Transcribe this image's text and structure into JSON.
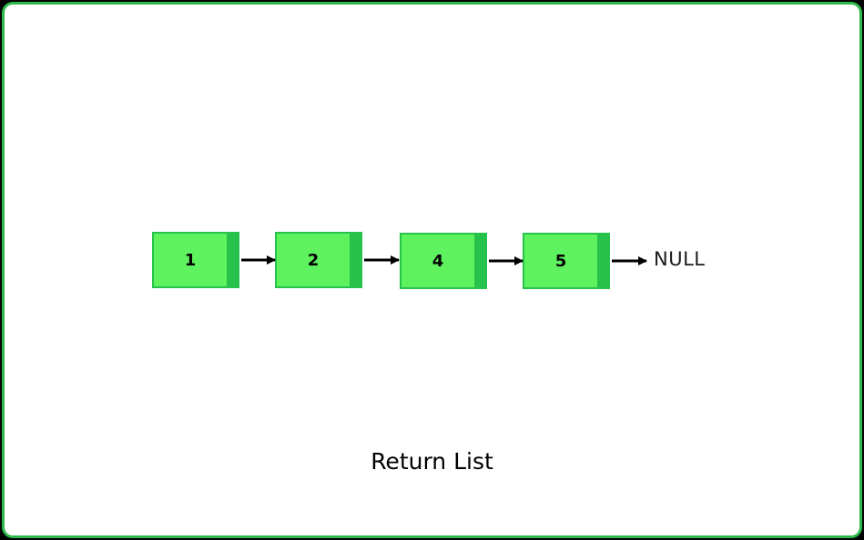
{
  "list": {
    "nodes": [
      {
        "value": "1"
      },
      {
        "value": "2"
      },
      {
        "value": "4"
      },
      {
        "value": "5"
      }
    ],
    "terminator": "NULL"
  },
  "caption": "Return List",
  "colors": {
    "frame": "#2db84d",
    "node_fill": "#5ef35e",
    "node_border": "#27c24c",
    "next_pointer": "#27c24c",
    "arrow": "#000000"
  },
  "icons": [
    "arrow-right-icon"
  ]
}
